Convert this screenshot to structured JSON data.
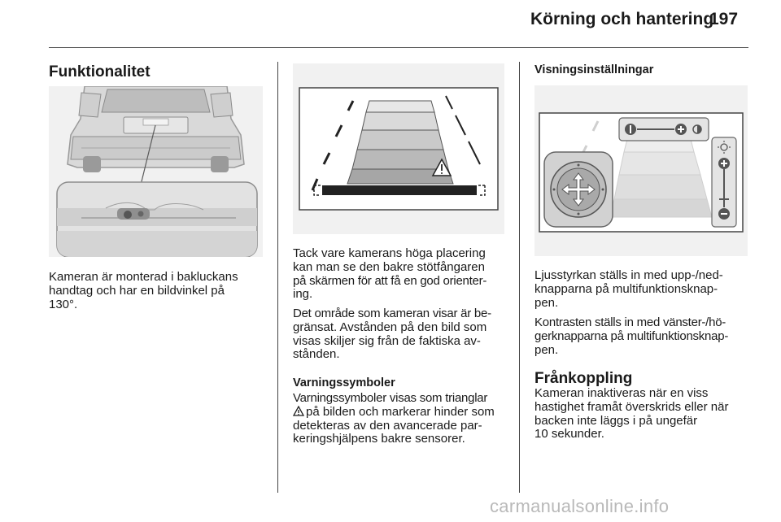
{
  "header": {
    "title": "Körning och hantering",
    "page_number": "197"
  },
  "left_column": {
    "heading": "Funktionalitet",
    "paragraph_lines": [
      "Kameran är monterad i bakluckans",
      "handtag och har en bildvinkel på",
      "130°."
    ]
  },
  "middle_column": {
    "paragraph1_lines": [
      "Tack vare kamerans höga placering",
      "kan man se den bakre stötfångaren",
      "på skärmen för att få en god orienter-",
      "ing."
    ],
    "paragraph2_lines": [
      "Det område som kameran visar är be-",
      "gränsat. Avstånden på den bild som",
      "visas skiljer sig från de faktiska av-",
      "stånden."
    ],
    "warning_heading": "Varningssymboler",
    "warning_lines": {
      "line1": "Varningssymboler visas som trianglar",
      "line2": "på bilden och markerar hinder som",
      "line3": "detekteras av den avancerade par-",
      "line4": "keringshjälpens bakre sensorer."
    }
  },
  "right_column": {
    "heading": "Visningsinställningar",
    "paragraph1_lines": [
      "Ljusstyrkan ställs in med upp-/ned-",
      "knapparna på multifunktionsknap-",
      "pen."
    ],
    "paragraph2_lines": [
      "Kontrasten ställs in med vänster-/hö-",
      "gerknapparna på multifunktionsknap-",
      "pen."
    ],
    "off_heading": "Frånkoppling",
    "off_lines": [
      "Kameran inaktiveras när en viss",
      "hastighet framåt överskrids eller när",
      "backen inte läggs i på ungefär",
      "10 sekunder."
    ]
  },
  "footer": {
    "watermark": "carmanualsonline.info"
  },
  "colors": {
    "text": "#1a1a1a",
    "figure_bg": "#f1f1f1",
    "watermark": "#b9b9b9"
  }
}
